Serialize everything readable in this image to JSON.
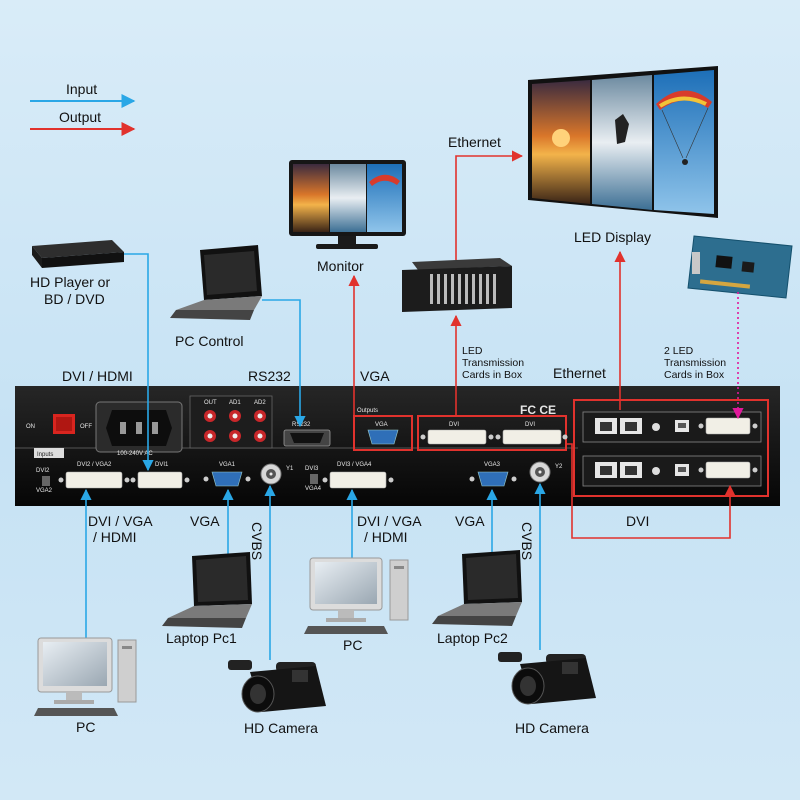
{
  "legend": {
    "input": "Input",
    "output": "Output"
  },
  "colors": {
    "input": "#2aa7e6",
    "output": "#e1322d",
    "link": "#e0199b",
    "device": "#101010"
  },
  "labels": {
    "hd_player": [
      "HD Player or",
      "BD / DVD"
    ],
    "pc_control": "PC Control",
    "monitor": "Monitor",
    "ethernet_top": "Ethernet",
    "led_display": "LED Display",
    "dvi_hdmi_top": "DVI / HDMI",
    "rs232": "RS232",
    "vga_top": "VGA",
    "led_tx_cards_box": [
      "LED",
      "Transmission",
      "Cards in Box"
    ],
    "ethernet_mid": "Ethernet",
    "two_led_tx_cards": [
      "2 LED",
      "Transmission",
      "Cards in Box"
    ],
    "dvi_vga_hdmi_left": [
      "DVI / VGA",
      "/ HDMI"
    ],
    "vga_left": "VGA",
    "cvbs_left": "CVBS",
    "dvi_vga_hdmi_mid": [
      "DVI / VGA",
      "/ HDMI"
    ],
    "vga_mid": "VGA",
    "cvbs_right": "CVBS",
    "dvi_bottom": "DVI",
    "laptop_pc1": "Laptop Pc1",
    "pc_mid": "PC",
    "laptop_pc2": "Laptop Pc2",
    "pc_left": "PC",
    "hd_camera_left": "HD Camera",
    "hd_camera_right": "HD Camera"
  },
  "device": {
    "on": "ON",
    "off": "OFF",
    "ac": "100-240V AC",
    "audio": [
      "OUT",
      "AD1",
      "AD2"
    ],
    "rs232": "RS232",
    "outputs": "Outputs",
    "vga_out": "VGA",
    "dvi_out_1": "DVI",
    "dvi_out_2": "DVI",
    "inputs": "Inputs",
    "dvi2": "DVI2",
    "vga2": "VGA2",
    "dvi12_vga2": "DVI2 / VGA2",
    "dvi1": "DVI1",
    "vga1": "VGA1",
    "y1": "Y1",
    "dvi3": "DVI3",
    "vga4": "VGA4",
    "dvi3_vga4": "DVI3 / VGA4",
    "vga3": "VGA3",
    "y2": "Y2",
    "fc_ce": "FC CE"
  }
}
